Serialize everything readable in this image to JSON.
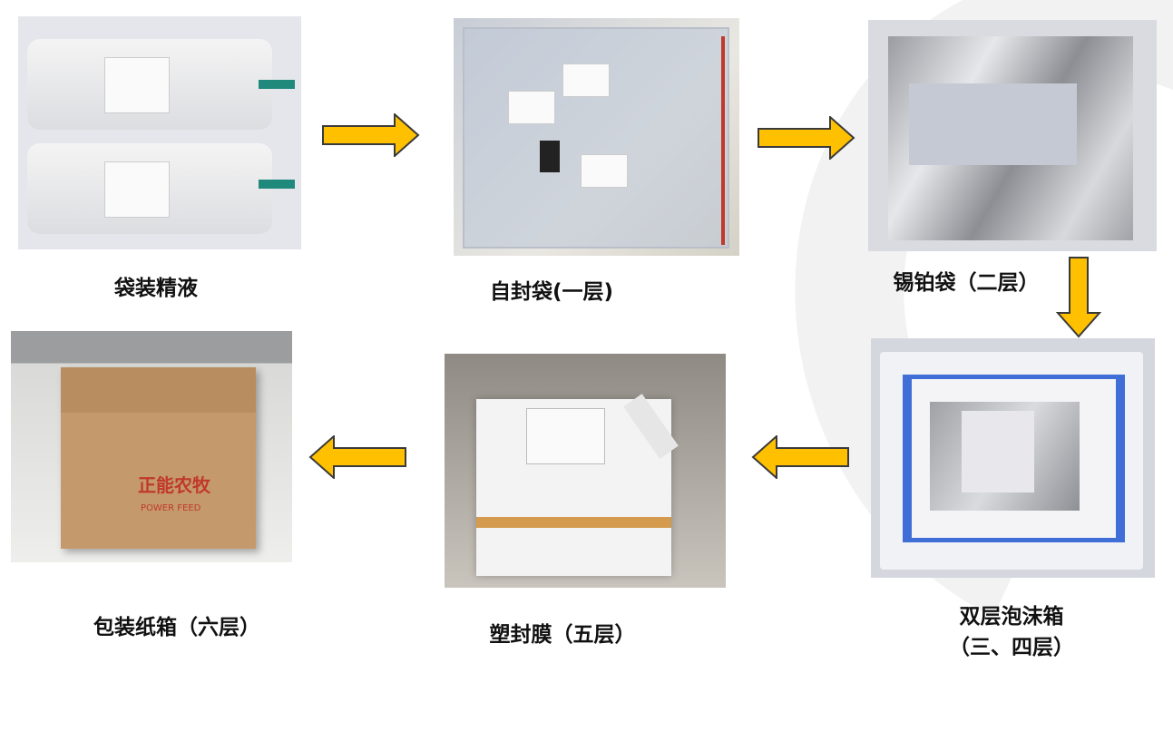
{
  "steps": [
    {
      "caption": "袋装精液"
    },
    {
      "caption": "自封袋(一层)"
    },
    {
      "caption": "锡铂袋（二层）"
    },
    {
      "caption_line1": "双层泡沫箱",
      "caption_line2": "（三、四层）"
    },
    {
      "caption": "塑封膜（五层）"
    },
    {
      "caption": "包装纸箱（六层）"
    }
  ],
  "box_brand": {
    "cn": "正能农牧",
    "en": "POWER FEED"
  },
  "colors": {
    "arrow_fill": "#FFC000",
    "arrow_stroke": "#3a3a3a"
  }
}
